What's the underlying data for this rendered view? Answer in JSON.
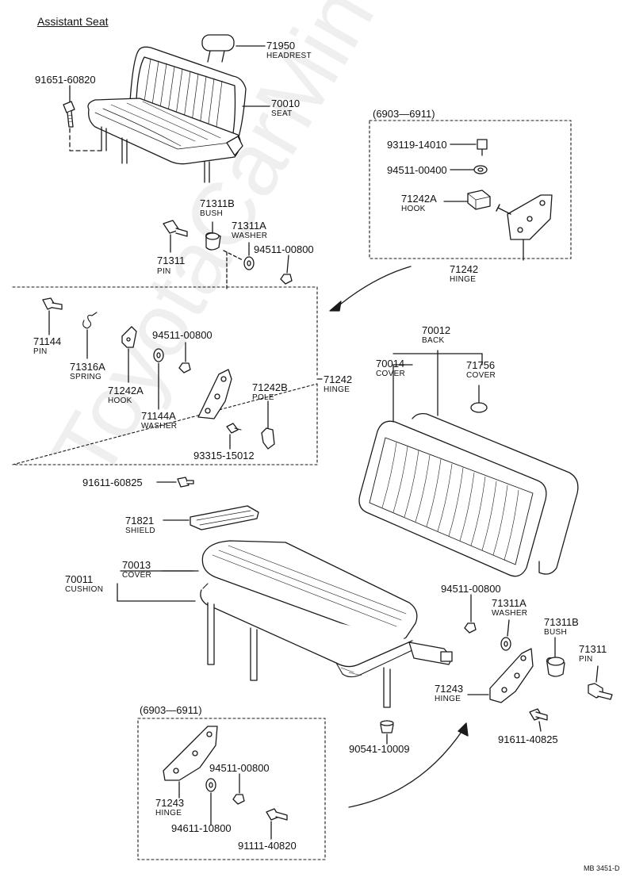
{
  "title": "Assistant Seat",
  "watermark": "ToyotaCarMine.ru",
  "code": "MB 3451-D",
  "top_inset": {
    "range": "(6903—6911)"
  },
  "bottom_inset": {
    "range": "(6903—6911)"
  },
  "labels": {
    "p71950": {
      "number": "71950",
      "name": "HEADREST"
    },
    "p91651_60820": {
      "number": "91651-60820"
    },
    "p70010": {
      "number": "70010",
      "name": "SEAT"
    },
    "p93119_14010": {
      "number": "93119-14010"
    },
    "p94511_00400": {
      "number": "94511-00400"
    },
    "p71242A_inset": {
      "number": "71242A",
      "name": "HOOK"
    },
    "p71242_inset": {
      "number": "71242",
      "name": "HINGE"
    },
    "p71311B_top": {
      "number": "71311B",
      "name": "BUSH"
    },
    "p71311A_top": {
      "number": "71311A",
      "name": "WASHER"
    },
    "p94511_00800_top": {
      "number": "94511-00800"
    },
    "p71311_top": {
      "number": "71311",
      "name": "PIN"
    },
    "p71144": {
      "number": "71144",
      "name": "PIN"
    },
    "p71316A": {
      "number": "71316A",
      "name": "SPRING"
    },
    "p71242A_box": {
      "number": "71242A",
      "name": "HOOK"
    },
    "p94511_00800_box": {
      "number": "94511-00800"
    },
    "p71144A": {
      "number": "71144A",
      "name": "WASHER"
    },
    "p71242B": {
      "number": "71242B",
      "name": "POLE"
    },
    "p71242_box": {
      "number": "71242",
      "name": "HINGE"
    },
    "p93315_15012": {
      "number": "93315-15012"
    },
    "p91611_60825": {
      "number": "91611-60825"
    },
    "p71821": {
      "number": "71821",
      "name": "SHIELD"
    },
    "p70012": {
      "number": "70012",
      "name": "BACK"
    },
    "p70014": {
      "number": "70014",
      "name": "COVER"
    },
    "p71756": {
      "number": "71756",
      "name": "COVER"
    },
    "p70013": {
      "number": "70013",
      "name": "COVER"
    },
    "p70011": {
      "number": "70011",
      "name": "CUSHION"
    },
    "p94511_00800_right": {
      "number": "94511-00800"
    },
    "p71311A_right": {
      "number": "71311A",
      "name": "WASHER"
    },
    "p71311B_right": {
      "number": "71311B",
      "name": "BUSH"
    },
    "p71311_right": {
      "number": "71311",
      "name": "PIN"
    },
    "p71243_right": {
      "number": "71243",
      "name": "HINGE"
    },
    "p91611_40825": {
      "number": "91611-40825"
    },
    "p90541_10009": {
      "number": "90541-10009"
    },
    "p71243_bottom": {
      "number": "71243",
      "name": "HINGE"
    },
    "p94511_00800_bottom": {
      "number": "94511-00800"
    },
    "p94611_10800": {
      "number": "94611-10800"
    },
    "p91111_40820": {
      "number": "91111-40820"
    }
  }
}
